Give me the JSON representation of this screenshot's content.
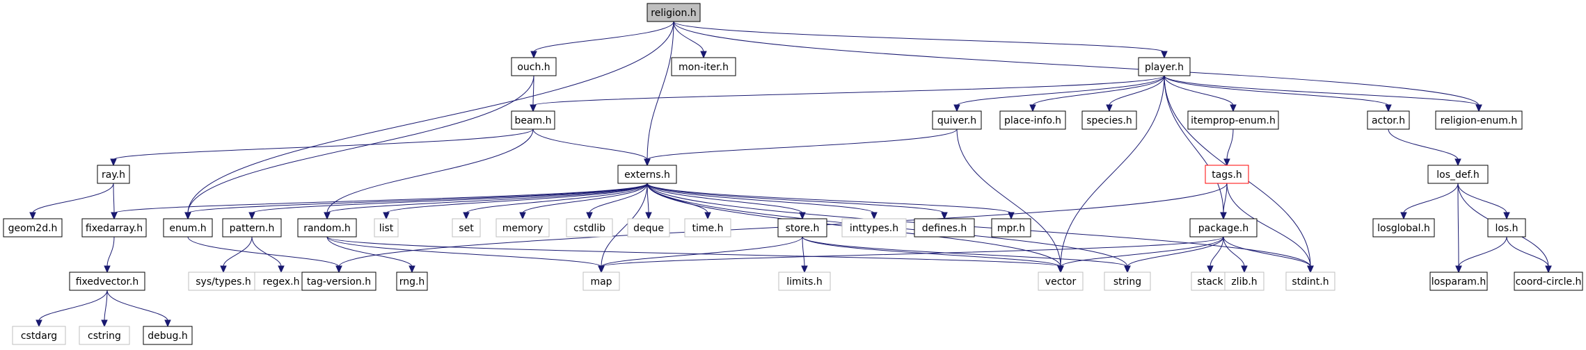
{
  "graph": {
    "title": "religion.h",
    "colors": {
      "edge": "#191970",
      "node_border": "#000000",
      "focus_fill": "#bfbfbf",
      "external_border": "#bfbfbf",
      "external_text": "#7f7f7f",
      "highlight_border": "#ff0000",
      "background": "#ffffff"
    },
    "nodes": [
      {
        "id": "religion",
        "label": "religion.h",
        "style": "focus"
      },
      {
        "id": "ouch",
        "label": "ouch.h"
      },
      {
        "id": "moniter",
        "label": "mon-iter.h"
      },
      {
        "id": "player",
        "label": "player.h"
      },
      {
        "id": "beam",
        "label": "beam.h"
      },
      {
        "id": "quiver",
        "label": "quiver.h"
      },
      {
        "id": "placeinfo",
        "label": "place-info.h"
      },
      {
        "id": "species",
        "label": "species.h"
      },
      {
        "id": "itemprop",
        "label": "itemprop-enum.h"
      },
      {
        "id": "actor",
        "label": "actor.h"
      },
      {
        "id": "relenum",
        "label": "religion-enum.h"
      },
      {
        "id": "ray",
        "label": "ray.h"
      },
      {
        "id": "externs",
        "label": "externs.h"
      },
      {
        "id": "tags",
        "label": "tags.h",
        "style": "highlight"
      },
      {
        "id": "losdef",
        "label": "los_def.h"
      },
      {
        "id": "geom2d",
        "label": "geom2d.h"
      },
      {
        "id": "fixedarray",
        "label": "fixedarray.h"
      },
      {
        "id": "enum",
        "label": "enum.h"
      },
      {
        "id": "pattern",
        "label": "pattern.h"
      },
      {
        "id": "random",
        "label": "random.h"
      },
      {
        "id": "list",
        "label": "list",
        "style": "external"
      },
      {
        "id": "set",
        "label": "set",
        "style": "external"
      },
      {
        "id": "memory",
        "label": "memory",
        "style": "external"
      },
      {
        "id": "cstdlib",
        "label": "cstdlib",
        "style": "external"
      },
      {
        "id": "deque",
        "label": "deque",
        "style": "external"
      },
      {
        "id": "time",
        "label": "time.h",
        "style": "external"
      },
      {
        "id": "store",
        "label": "store.h"
      },
      {
        "id": "inttypes",
        "label": "inttypes.h",
        "style": "external"
      },
      {
        "id": "defines",
        "label": "defines.h"
      },
      {
        "id": "mpr",
        "label": "mpr.h"
      },
      {
        "id": "package",
        "label": "package.h"
      },
      {
        "id": "losglobal",
        "label": "losglobal.h"
      },
      {
        "id": "los",
        "label": "los.h"
      },
      {
        "id": "fixedvector",
        "label": "fixedvector.h"
      },
      {
        "id": "systypes",
        "label": "sys/types.h",
        "style": "external"
      },
      {
        "id": "regex",
        "label": "regex.h",
        "style": "external"
      },
      {
        "id": "tagversion",
        "label": "tag-version.h"
      },
      {
        "id": "rng",
        "label": "rng.h"
      },
      {
        "id": "map",
        "label": "map",
        "style": "external"
      },
      {
        "id": "limits",
        "label": "limits.h",
        "style": "external"
      },
      {
        "id": "vector",
        "label": "vector",
        "style": "external"
      },
      {
        "id": "string",
        "label": "string",
        "style": "external"
      },
      {
        "id": "stack",
        "label": "stack",
        "style": "external"
      },
      {
        "id": "zlib",
        "label": "zlib.h",
        "style": "external"
      },
      {
        "id": "stdint",
        "label": "stdint.h",
        "style": "external"
      },
      {
        "id": "losparam",
        "label": "losparam.h"
      },
      {
        "id": "coordcircle",
        "label": "coord-circle.h"
      },
      {
        "id": "cstdarg",
        "label": "cstdarg",
        "style": "external"
      },
      {
        "id": "cstring",
        "label": "cstring",
        "style": "external"
      },
      {
        "id": "debug",
        "label": "debug.h"
      }
    ],
    "edges": [
      [
        "religion",
        "ouch"
      ],
      [
        "religion",
        "moniter"
      ],
      [
        "religion",
        "player"
      ],
      [
        "religion",
        "externs"
      ],
      [
        "religion",
        "enum"
      ],
      [
        "religion",
        "relenum"
      ],
      [
        "ouch",
        "beam"
      ],
      [
        "ouch",
        "enum"
      ],
      [
        "player",
        "beam"
      ],
      [
        "player",
        "quiver"
      ],
      [
        "player",
        "placeinfo"
      ],
      [
        "player",
        "species"
      ],
      [
        "player",
        "itemprop"
      ],
      [
        "player",
        "actor"
      ],
      [
        "player",
        "relenum"
      ],
      [
        "player",
        "package"
      ],
      [
        "player",
        "vector"
      ],
      [
        "player",
        "stdint"
      ],
      [
        "beam",
        "ray"
      ],
      [
        "beam",
        "externs"
      ],
      [
        "beam",
        "random"
      ],
      [
        "quiver",
        "externs"
      ],
      [
        "quiver",
        "vector"
      ],
      [
        "itemprop",
        "tags"
      ],
      [
        "actor",
        "losdef"
      ],
      [
        "ray",
        "geom2d"
      ],
      [
        "ray",
        "fixedarray"
      ],
      [
        "externs",
        "fixedarray"
      ],
      [
        "externs",
        "enum"
      ],
      [
        "externs",
        "pattern"
      ],
      [
        "externs",
        "random"
      ],
      [
        "externs",
        "list"
      ],
      [
        "externs",
        "set"
      ],
      [
        "externs",
        "memory"
      ],
      [
        "externs",
        "cstdlib"
      ],
      [
        "externs",
        "deque"
      ],
      [
        "externs",
        "time"
      ],
      [
        "externs",
        "store"
      ],
      [
        "externs",
        "inttypes"
      ],
      [
        "externs",
        "defines"
      ],
      [
        "externs",
        "mpr"
      ],
      [
        "externs",
        "map"
      ],
      [
        "externs",
        "vector"
      ],
      [
        "externs",
        "string"
      ],
      [
        "externs",
        "stdint"
      ],
      [
        "tags",
        "tagversion"
      ],
      [
        "tags",
        "package"
      ],
      [
        "tags",
        "stdint"
      ],
      [
        "losdef",
        "losglobal"
      ],
      [
        "losdef",
        "los"
      ],
      [
        "losdef",
        "losparam"
      ],
      [
        "losdef",
        "coordcircle"
      ],
      [
        "fixedarray",
        "fixedvector"
      ],
      [
        "enum",
        "tagversion"
      ],
      [
        "pattern",
        "systypes"
      ],
      [
        "pattern",
        "regex"
      ],
      [
        "random",
        "rng"
      ],
      [
        "random",
        "map"
      ],
      [
        "random",
        "vector"
      ],
      [
        "store",
        "map"
      ],
      [
        "store",
        "limits"
      ],
      [
        "store",
        "vector"
      ],
      [
        "store",
        "string"
      ],
      [
        "package",
        "map"
      ],
      [
        "package",
        "vector"
      ],
      [
        "package",
        "string"
      ],
      [
        "package",
        "stack"
      ],
      [
        "package",
        "zlib"
      ],
      [
        "package",
        "stdint"
      ],
      [
        "los",
        "losparam"
      ],
      [
        "los",
        "coordcircle"
      ],
      [
        "fixedvector",
        "cstdarg"
      ],
      [
        "fixedvector",
        "cstring"
      ],
      [
        "fixedvector",
        "debug"
      ]
    ]
  }
}
